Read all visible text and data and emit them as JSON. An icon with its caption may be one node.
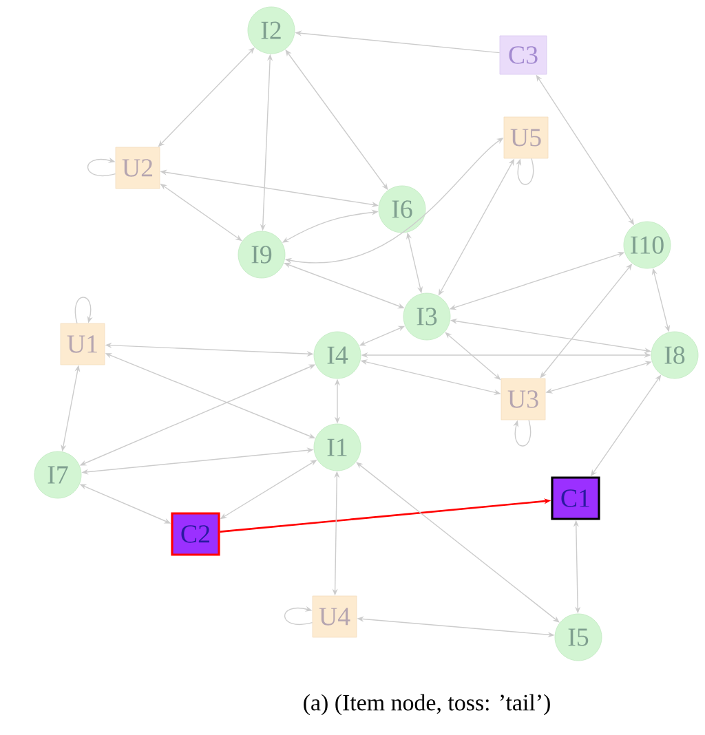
{
  "diagram": {
    "caption": "(a) (Item node, toss: ’tail’)",
    "nodes": [
      {
        "text": [
          "I2"
        ]
      },
      {
        "text": [
          "C3"
        ]
      },
      {
        "text": [
          "U2"
        ]
      },
      {
        "text": [
          "U5"
        ]
      },
      {
        "text": [
          "I6"
        ]
      },
      {
        "text": [
          "I9"
        ]
      },
      {
        "text": [
          "I10"
        ]
      },
      {
        "text": [
          "I3"
        ]
      },
      {
        "text": [
          "U1"
        ]
      },
      {
        "text": [
          "I4"
        ]
      },
      {
        "text": [
          "I8"
        ]
      },
      {
        "text": [
          "U3"
        ]
      },
      {
        "text": [
          "I1"
        ]
      },
      {
        "text": [
          "I7"
        ]
      },
      {
        "text": [
          "C1"
        ]
      },
      {
        "text": [
          "C2"
        ]
      },
      {
        "text": [
          "U4"
        ]
      },
      {
        "text": [
          "I5"
        ]
      }
    ],
    "edges": [
      {
        "from": 1,
        "to": 0,
        "arrow": "to"
      },
      {
        "from": 0,
        "to": 2,
        "arrow": "both"
      },
      {
        "from": 0,
        "to": 5,
        "arrow": "both"
      },
      {
        "from": 0,
        "to": 4,
        "arrow": "both"
      },
      {
        "from": 2,
        "to": 2,
        "arrow": "to"
      },
      {
        "from": 4,
        "to": 2,
        "arrow": "both"
      },
      {
        "from": 5,
        "to": 2,
        "arrow": "both"
      },
      {
        "from": 5,
        "to": 4,
        "arrow": "both"
      },
      {
        "from": 5,
        "to": 3,
        "arrow": "both"
      },
      {
        "from": 3,
        "to": 3,
        "arrow": "to"
      },
      {
        "from": 4,
        "to": 7,
        "arrow": "both"
      },
      {
        "from": 3,
        "to": 7,
        "arrow": "both"
      },
      {
        "from": 7,
        "to": 5,
        "arrow": "both"
      },
      {
        "from": 1,
        "to": 6,
        "arrow": "both"
      },
      {
        "from": 7,
        "to": 6,
        "arrow": "both"
      },
      {
        "from": 7,
        "to": 9,
        "arrow": "both"
      },
      {
        "from": 7,
        "to": 10,
        "arrow": "both"
      },
      {
        "from": 7,
        "to": 11,
        "arrow": "both"
      },
      {
        "from": 11,
        "to": 6,
        "arrow": "both"
      },
      {
        "from": 6,
        "to": 10,
        "arrow": "both"
      },
      {
        "from": 8,
        "to": 8,
        "arrow": "to"
      },
      {
        "from": 8,
        "to": 9,
        "arrow": "both"
      },
      {
        "from": 8,
        "to": 12,
        "arrow": "both"
      },
      {
        "from": 8,
        "to": 13,
        "arrow": "both"
      },
      {
        "from": 9,
        "to": 13,
        "arrow": "both"
      },
      {
        "from": 9,
        "to": 10,
        "arrow": "both"
      },
      {
        "from": 9,
        "to": 11,
        "arrow": "both"
      },
      {
        "from": 11,
        "to": 10,
        "arrow": "both"
      },
      {
        "from": 12,
        "to": 9,
        "arrow": "both"
      },
      {
        "from": 12,
        "to": 13,
        "arrow": "both"
      },
      {
        "from": 12,
        "to": 15,
        "arrow": "both"
      },
      {
        "from": 15,
        "to": 13,
        "arrow": "both"
      },
      {
        "from": 15,
        "to": 14,
        "arrow": "to",
        "color": "#ff0000"
      },
      {
        "from": 11,
        "to": 11,
        "arrow": "to"
      },
      {
        "from": 10,
        "to": 14,
        "arrow": "both"
      },
      {
        "from": 14,
        "to": 17,
        "arrow": "both"
      },
      {
        "from": 12,
        "to": 16,
        "arrow": "both"
      },
      {
        "from": 12,
        "to": 17,
        "arrow": "both"
      },
      {
        "from": 16,
        "to": 17,
        "arrow": "both"
      },
      {
        "from": 16,
        "to": 16,
        "arrow": "to"
      }
    ]
  }
}
